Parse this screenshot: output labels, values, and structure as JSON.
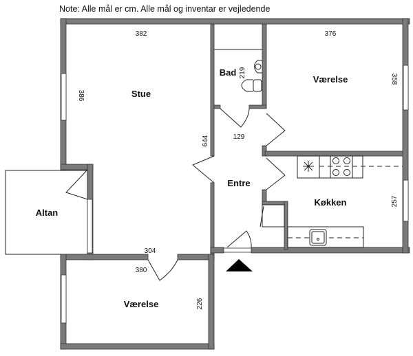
{
  "note": "Note: Alle mål er cm. Alle mål og inventar er vejledende",
  "rooms": {
    "stue": {
      "label": "Stue",
      "width": "382",
      "depth": "386"
    },
    "bad": {
      "label": "Bad",
      "depth": "219"
    },
    "vaerelse_top": {
      "label": "Værelse",
      "width": "376",
      "depth": "358"
    },
    "entre": {
      "label": "Entre",
      "width": "129",
      "depth": "644"
    },
    "koekken": {
      "label": "Køkken",
      "depth": "257"
    },
    "altan": {
      "label": "Altan"
    },
    "vaerelse_bottom": {
      "label": "Værelse",
      "width": "380",
      "depth": "226"
    },
    "stue_bottom_width": "304"
  },
  "colors": {
    "wall": "#7a7a7a"
  }
}
